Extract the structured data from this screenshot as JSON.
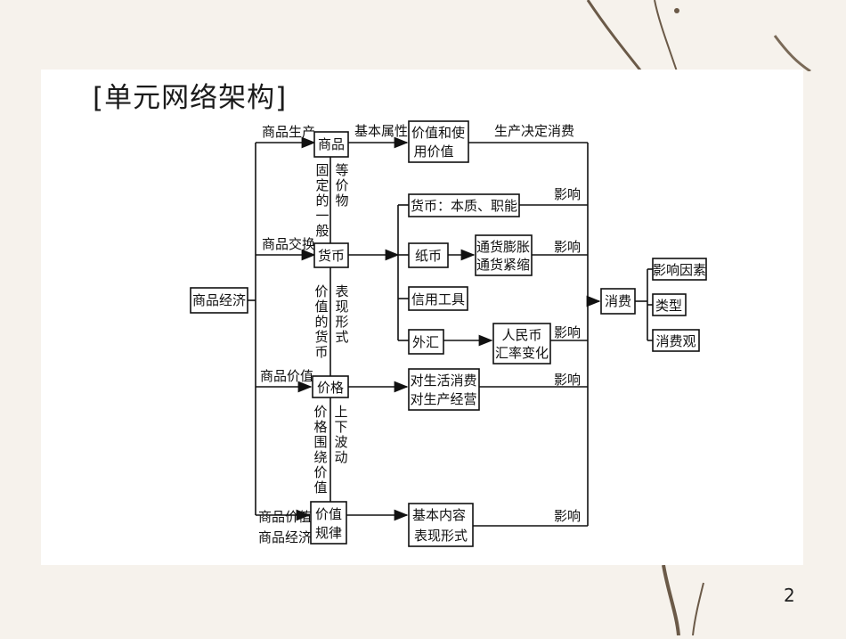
{
  "title": "[单元网络架构]",
  "page_number": "2",
  "nodes": {
    "shangpin_jingji": "商品经济",
    "shangpin": "商品",
    "jiazhi_shiyong_1": "价值和使",
    "jiazhi_shiyong_2": "用价值",
    "huobi": "货币",
    "huobi_benzhi": "货币：本质、职能",
    "zhibi": "纸币",
    "pengzhang": "通货膨胀",
    "jinsuo": "通货紧缩",
    "xinyong": "信用工具",
    "waihui": "外汇",
    "huilv_1": "人民币",
    "huilv_2": "汇率变化",
    "jiage": "价格",
    "duisheng_1": "对生活消费",
    "duisheng_2": "对生产经营",
    "jiazhi_guilv_1": "价值",
    "jiazhi_guilv_2": "规律",
    "jiben_1": "基本内容",
    "jiben_2": "表现形式",
    "xiaofei": "消费",
    "yingxiang_yinsu": "影响因素",
    "leixing": "类型",
    "xiaofei_guan": "消费观"
  },
  "labels": {
    "shangpin_shengchan": "商品生产",
    "shangpin_jiaohuan": "商品交换",
    "shangpin_jiazhi": "商品价值",
    "shangpin_jiazhi_2": "商品价值",
    "shangpin_jingji_2": "商品经济",
    "jiben_shuxing": "基本属性",
    "shengchan_jueding": "生产决定消费",
    "yingxiang": "影响",
    "guding": "固定的一般",
    "dengjiawu": "等价物",
    "jiazhi_de_huobi": "价值的货币",
    "biaoxian": "表现形式",
    "jiage_weirao": "价格围绕价值",
    "shangxia": "上下波动"
  }
}
